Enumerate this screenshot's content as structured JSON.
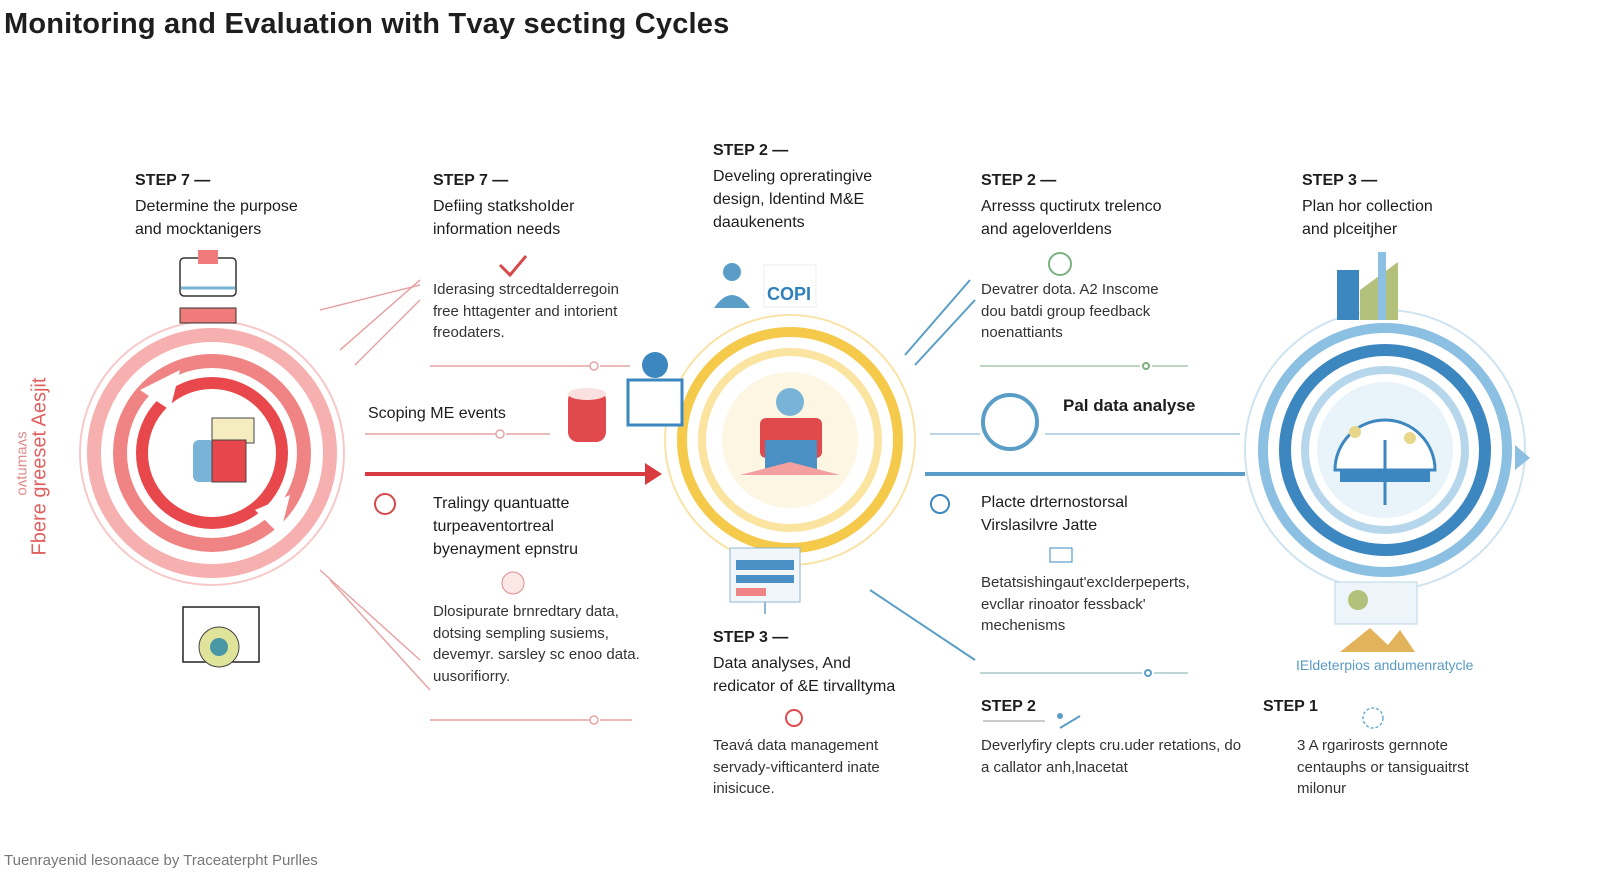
{
  "title": "Monitoring and Evaluation with Tvay secting Cycles",
  "side_label": {
    "line1": "Fbere greeset Aesjit",
    "line2": "oʌtumaʌs"
  },
  "footer": "Tuenrayenid lesonaace by Traceaterpht Purlles",
  "colors": {
    "red": "#e0474c",
    "yellow": "#f5c94a",
    "blue": "#4a97cc",
    "text": "#1d1d1d"
  },
  "top_steps": [
    {
      "step": "STEP 7 —",
      "heading": [
        "Determine the purpose",
        "and mocktanigers"
      ],
      "icon": "computer-icon"
    },
    {
      "step": "STEP 7 —",
      "heading": [
        "Defiing statkshoIder",
        "information needs"
      ],
      "icon": "checkmark-icon",
      "body": [
        "Iderasing strcedtalderregoin",
        "free httagenter and intorient",
        "freodaters."
      ]
    },
    {
      "step": "STEP 2 —",
      "heading": [
        "Develing opreratingive",
        "design, ldentind M&E",
        "daaukenents"
      ],
      "icon": "person-icon",
      "badge": "COPI"
    },
    {
      "step": "STEP 2 —",
      "heading": [
        "Arresss quctirutx trelenco",
        "and ageloverldens"
      ],
      "icon": "globe-icon",
      "body": [
        "Devatrer dota. A2 Inscome",
        "dou batdi group feedback",
        "noenattiants"
      ]
    },
    {
      "step": "STEP 3 —",
      "heading": [
        "Plan hor collection",
        "and plceitjher"
      ],
      "icon": "chart-icon"
    }
  ],
  "middle": {
    "scoping": "Scoping ME events",
    "pal": "Pal data analyse",
    "tralingy": [
      "Tralingy quantuatte",
      "turpeaventortreal",
      "byenayment epnstru"
    ],
    "disigurate": [
      "Dlosipurate brnredtary data,",
      "dotsing sempling susiems,",
      "devemyr. sarsley sc enoo data.",
      "uusorifiorry."
    ],
    "placte": [
      "Placte drternostorsal",
      "Virslasilvre Jatte"
    ],
    "betats": [
      "Betatsishingaut'excIderpeperts,",
      "evcllar rinoator fessback'",
      "mechenisms"
    ],
    "caption_right": "IEldeterpios andumenratycle"
  },
  "bottom_steps": [
    {
      "step": "STEP 3 —",
      "heading": [
        "Data analyses, And",
        "redicator of &E tirvalltyma"
      ],
      "body": [
        "Teavá data management",
        "servady-vifticanterd inate",
        "inisicuce."
      ]
    },
    {
      "step": "STEP 2",
      "body": [
        "Deverlyfiry clepts cru.uder retations,  do",
        "a callator anh,lnacetat"
      ]
    },
    {
      "step": "STEP 1",
      "body": [
        "3 A rgarirosts gernnote",
        "centauphs or tansiguaitrst",
        "milonur"
      ]
    }
  ]
}
